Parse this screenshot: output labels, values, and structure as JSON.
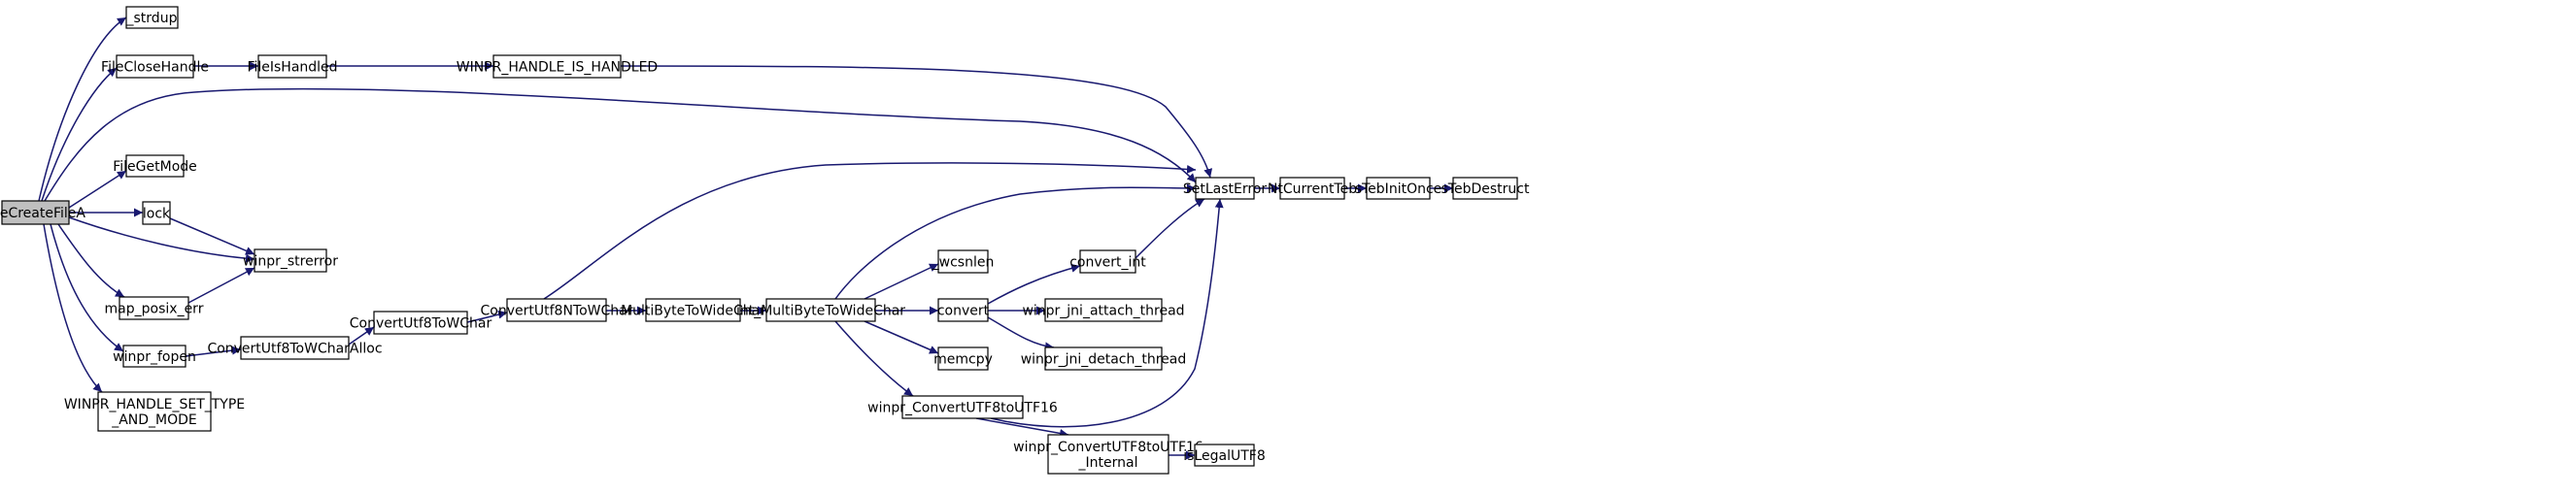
{
  "diagram": {
    "type": "call-graph",
    "root": "FileCreateFileA",
    "colors": {
      "edge": "#191970",
      "root_fill": "#bfbfbf",
      "node_fill": "#ffffff",
      "border": "#000000"
    },
    "nodes": [
      {
        "id": "FileCreateFileA",
        "lines": [
          "FileCreateFileA"
        ]
      },
      {
        "id": "_strdup",
        "lines": [
          "_strdup"
        ]
      },
      {
        "id": "FileCloseHandle",
        "lines": [
          "FileCloseHandle"
        ]
      },
      {
        "id": "FileIsHandled",
        "lines": [
          "FileIsHandled"
        ]
      },
      {
        "id": "WINPR_HANDLE_IS_HANDLED",
        "lines": [
          "WINPR_HANDLE_IS_HANDLED"
        ]
      },
      {
        "id": "SetLastError",
        "lines": [
          "SetLastError"
        ]
      },
      {
        "id": "NtCurrentTeb",
        "lines": [
          "NtCurrentTeb"
        ]
      },
      {
        "id": "sTebInitOnce",
        "lines": [
          "sTebInitOnce"
        ]
      },
      {
        "id": "sTebDestruct",
        "lines": [
          "sTebDestruct"
        ]
      },
      {
        "id": "FileGetMode",
        "lines": [
          "FileGetMode"
        ]
      },
      {
        "id": "lock",
        "lines": [
          "lock"
        ]
      },
      {
        "id": "winpr_strerror",
        "lines": [
          "winpr_strerror"
        ]
      },
      {
        "id": "map_posix_err",
        "lines": [
          "map_posix_err"
        ]
      },
      {
        "id": "winpr_fopen",
        "lines": [
          "winpr_fopen"
        ]
      },
      {
        "id": "ConvertUtf8ToWCharAlloc",
        "lines": [
          "ConvertUtf8ToWCharAlloc"
        ]
      },
      {
        "id": "ConvertUtf8ToWChar",
        "lines": [
          "ConvertUtf8ToWChar"
        ]
      },
      {
        "id": "ConvertUtf8NToWChar",
        "lines": [
          "ConvertUtf8NToWChar"
        ]
      },
      {
        "id": "MultiByteToWideChar",
        "lines": [
          "MultiByteToWideChar"
        ]
      },
      {
        "id": "int_MultiByteToWideChar",
        "lines": [
          "int_MultiByteToWideChar"
        ]
      },
      {
        "id": "_wcsnlen",
        "lines": [
          "_wcsnlen"
        ]
      },
      {
        "id": "convert_int",
        "lines": [
          "convert_int"
        ]
      },
      {
        "id": "convert",
        "lines": [
          "convert"
        ]
      },
      {
        "id": "winpr_jni_attach_thread",
        "lines": [
          "winpr_jni_attach_thread"
        ]
      },
      {
        "id": "winpr_jni_detach_thread",
        "lines": [
          "winpr_jni_detach_thread"
        ]
      },
      {
        "id": "memcpy",
        "lines": [
          "memcpy"
        ]
      },
      {
        "id": "winpr_ConvertUTF8toUTF16",
        "lines": [
          "winpr_ConvertUTF8toUTF16"
        ]
      },
      {
        "id": "winpr_ConvertUTF8toUTF16_Internal",
        "lines": [
          "winpr_ConvertUTF8toUTF16",
          "_Internal"
        ]
      },
      {
        "id": "isLegalUTF8",
        "lines": [
          "isLegalUTF8"
        ]
      },
      {
        "id": "WINPR_HANDLE_SET_TYPE_AND_MODE",
        "lines": [
          "WINPR_HANDLE_SET_TYPE",
          "_AND_MODE"
        ]
      }
    ],
    "edges": [
      {
        "from": "FileCreateFileA",
        "to": "_strdup"
      },
      {
        "from": "FileCreateFileA",
        "to": "FileCloseHandle"
      },
      {
        "from": "FileCreateFileA",
        "to": "SetLastError"
      },
      {
        "from": "FileCreateFileA",
        "to": "FileGetMode"
      },
      {
        "from": "FileCreateFileA",
        "to": "lock"
      },
      {
        "from": "FileCreateFileA",
        "to": "winpr_strerror"
      },
      {
        "from": "FileCreateFileA",
        "to": "map_posix_err"
      },
      {
        "from": "FileCreateFileA",
        "to": "winpr_fopen"
      },
      {
        "from": "FileCreateFileA",
        "to": "WINPR_HANDLE_SET_TYPE_AND_MODE"
      },
      {
        "from": "FileCloseHandle",
        "to": "FileIsHandled"
      },
      {
        "from": "FileIsHandled",
        "to": "WINPR_HANDLE_IS_HANDLED"
      },
      {
        "from": "WINPR_HANDLE_IS_HANDLED",
        "to": "SetLastError"
      },
      {
        "from": "SetLastError",
        "to": "NtCurrentTeb"
      },
      {
        "from": "NtCurrentTeb",
        "to": "sTebInitOnce"
      },
      {
        "from": "sTebInitOnce",
        "to": "sTebDestruct"
      },
      {
        "from": "lock",
        "to": "winpr_strerror"
      },
      {
        "from": "map_posix_err",
        "to": "winpr_strerror"
      },
      {
        "from": "winpr_fopen",
        "to": "ConvertUtf8ToWCharAlloc"
      },
      {
        "from": "ConvertUtf8ToWCharAlloc",
        "to": "ConvertUtf8ToWChar"
      },
      {
        "from": "ConvertUtf8ToWChar",
        "to": "ConvertUtf8NToWChar"
      },
      {
        "from": "ConvertUtf8NToWChar",
        "to": "SetLastError"
      },
      {
        "from": "ConvertUtf8NToWChar",
        "to": "MultiByteToWideChar"
      },
      {
        "from": "MultiByteToWideChar",
        "to": "int_MultiByteToWideChar"
      },
      {
        "from": "int_MultiByteToWideChar",
        "to": "SetLastError"
      },
      {
        "from": "int_MultiByteToWideChar",
        "to": "_wcsnlen"
      },
      {
        "from": "int_MultiByteToWideChar",
        "to": "convert"
      },
      {
        "from": "int_MultiByteToWideChar",
        "to": "memcpy"
      },
      {
        "from": "int_MultiByteToWideChar",
        "to": "winpr_ConvertUTF8toUTF16"
      },
      {
        "from": "convert",
        "to": "convert_int"
      },
      {
        "from": "convert",
        "to": "winpr_jni_attach_thread"
      },
      {
        "from": "convert",
        "to": "winpr_jni_detach_thread"
      },
      {
        "from": "convert_int",
        "to": "SetLastError"
      },
      {
        "from": "winpr_ConvertUTF8toUTF16",
        "to": "SetLastError"
      },
      {
        "from": "winpr_ConvertUTF8toUTF16",
        "to": "winpr_ConvertUTF8toUTF16_Internal"
      },
      {
        "from": "winpr_ConvertUTF8toUTF16_Internal",
        "to": "isLegalUTF8"
      }
    ]
  }
}
